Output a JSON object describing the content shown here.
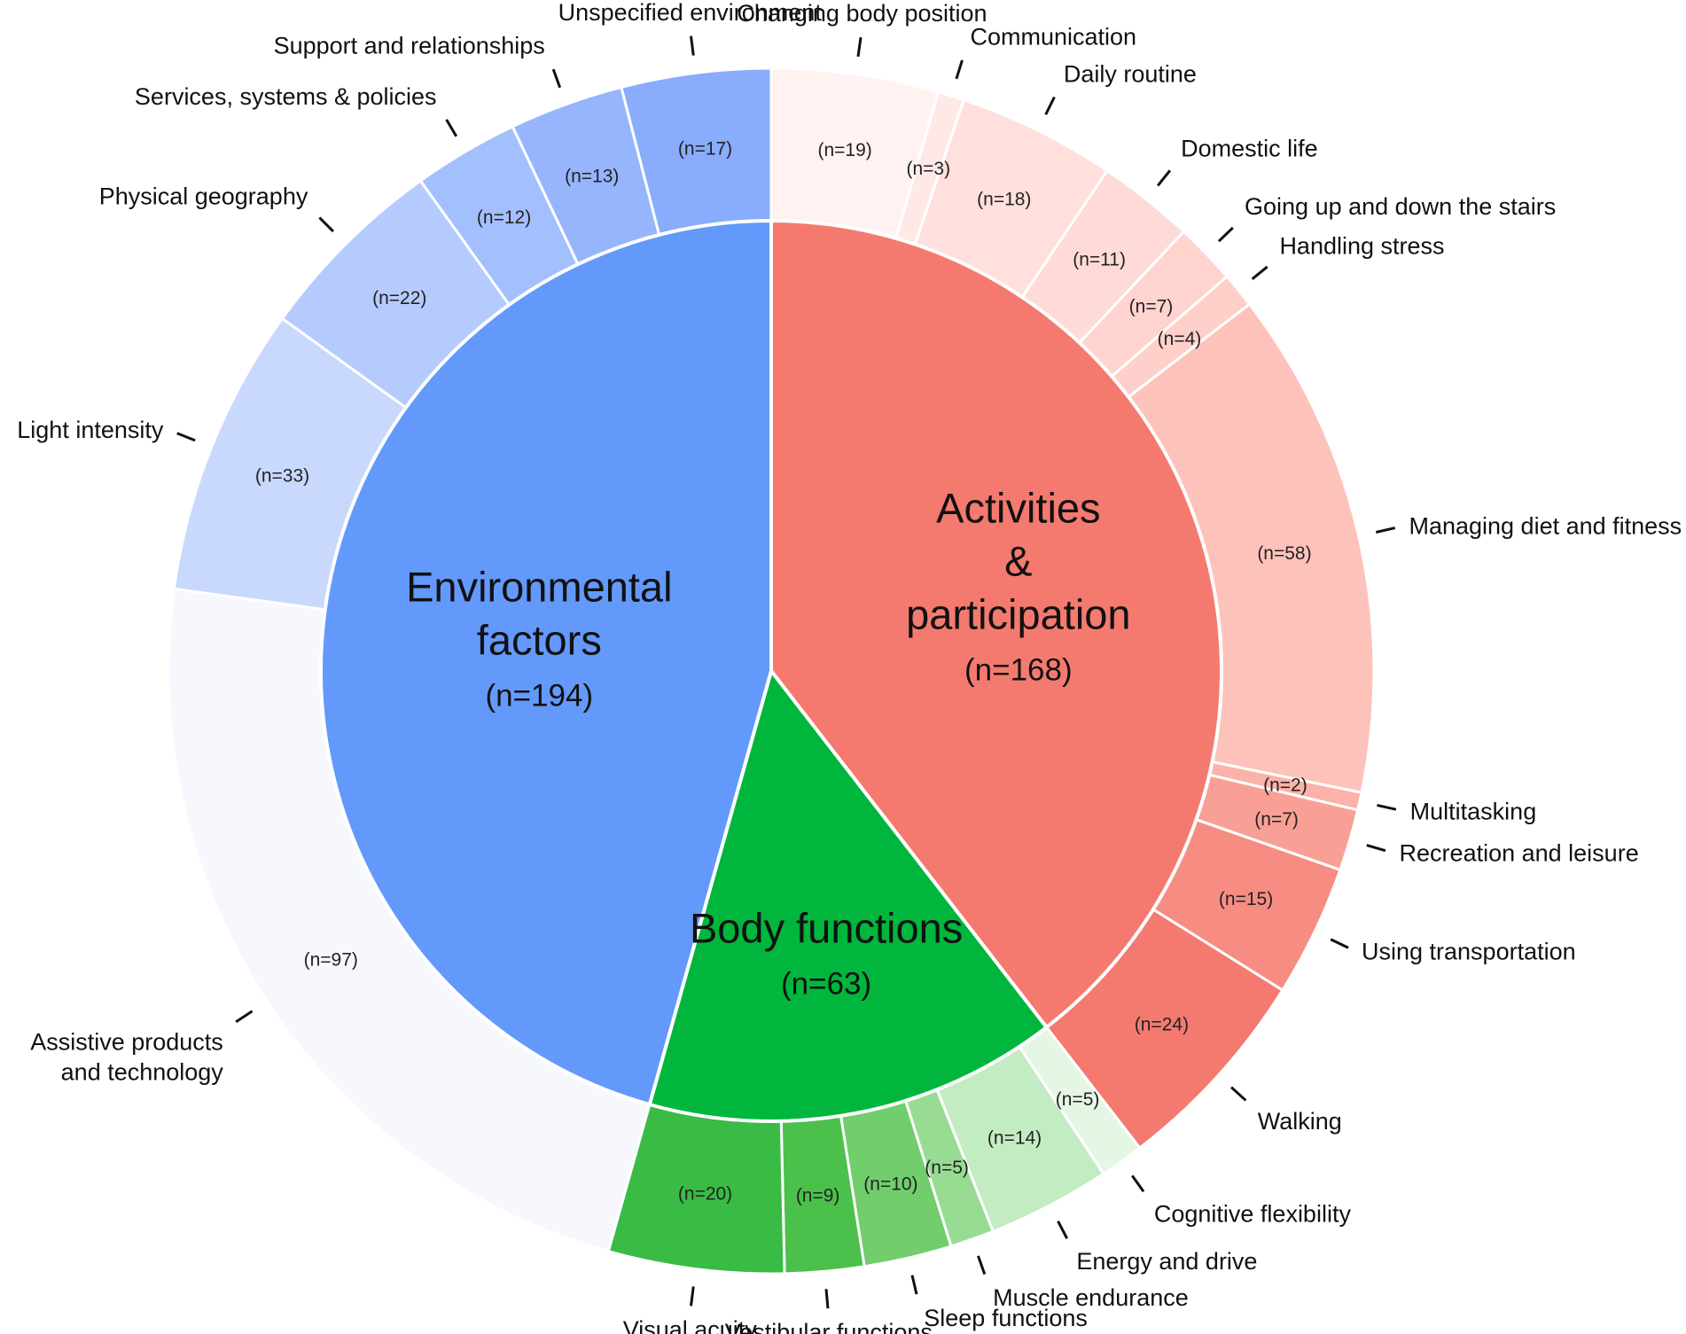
{
  "chart_data": {
    "type": "sunburst",
    "groups": [
      {
        "name": "Activities & participation",
        "name_lines": [
          "Activities",
          "&",
          "participation"
        ],
        "n_label": "(n=168)",
        "value": 168,
        "color": "#f47a70",
        "children": [
          {
            "name": "Changing body position",
            "value": 19,
            "n_label": "(n=19)",
            "color": "#fff2f1"
          },
          {
            "name": "Communication",
            "value": 3,
            "n_label": "(n=3)",
            "color": "#ffe9e7"
          },
          {
            "name": "Daily routine",
            "value": 18,
            "n_label": "(n=18)",
            "color": "#ffe0dd"
          },
          {
            "name": "Domestic life",
            "value": 11,
            "n_label": "(n=11)",
            "color": "#ffdbd7"
          },
          {
            "name": "Going up and down the stairs",
            "value": 7,
            "n_label": "(n=7)",
            "color": "#ffd4cf"
          },
          {
            "name": "Handling stress",
            "value": 4,
            "n_label": "(n=4)",
            "color": "#ffcfc9"
          },
          {
            "name": "Managing diet and fitness",
            "value": 58,
            "n_label": "(n=58)",
            "color": "#fdc3bb"
          },
          {
            "name": "Multitasking",
            "value": 2,
            "n_label": "(n=2)",
            "color": "#fbb2a9"
          },
          {
            "name": "Recreation and leisure",
            "value": 7,
            "n_label": "(n=7)",
            "color": "#f9a096"
          },
          {
            "name": "Using transportation",
            "value": 15,
            "n_label": "(n=15)",
            "color": "#f78d82"
          },
          {
            "name": "Walking",
            "value": 24,
            "n_label": "(n=24)",
            "color": "#f47a70"
          }
        ]
      },
      {
        "name": "Body functions",
        "name_lines": [
          "Body functions"
        ],
        "n_label": "(n=63)",
        "value": 63,
        "color": "#00b63c",
        "children": [
          {
            "name": "Cognitive flexibility",
            "value": 5,
            "n_label": "(n=5)",
            "color": "#e6f6e4"
          },
          {
            "name": "Energy and drive",
            "value": 14,
            "n_label": "(n=14)",
            "color": "#c4ecc2"
          },
          {
            "name": "Muscle endurance",
            "value": 5,
            "n_label": "(n=5)",
            "color": "#98dc93"
          },
          {
            "name": "Sleep functions",
            "value": 10,
            "n_label": "(n=10)",
            "color": "#72cd6c"
          },
          {
            "name": "Vestibular functions",
            "value": 9,
            "n_label": "(n=9)",
            "color": "#4bc14b"
          },
          {
            "name": "Visual acuity",
            "value": 20,
            "n_label": "(n=20)",
            "color": "#39bb45"
          }
        ]
      },
      {
        "name": "Environmental factors",
        "name_lines": [
          "Environmental",
          "factors"
        ],
        "n_label": "(n=194)",
        "value": 194,
        "color": "#6399fb",
        "children": [
          {
            "name": "Assistive products and technology",
            "name_lines": [
              "Assistive products",
              "and technology"
            ],
            "value": 97,
            "n_label": "(n=97)",
            "color": "#f6f8fe"
          },
          {
            "name": "Light intensity",
            "value": 33,
            "n_label": "(n=33)",
            "color": "#c9d8fd"
          },
          {
            "name": "Physical geography",
            "value": 22,
            "n_label": "(n=22)",
            "color": "#b5cbfd"
          },
          {
            "name": "Services, systems & policies",
            "value": 12,
            "n_label": "(n=12)",
            "color": "#a3bffd"
          },
          {
            "name": "Support and relationships",
            "value": 13,
            "n_label": "(n=13)",
            "color": "#97b5fc"
          },
          {
            "name": "Unspecified environment",
            "value": 17,
            "n_label": "(n=17)",
            "color": "#89acfc"
          }
        ]
      }
    ]
  }
}
